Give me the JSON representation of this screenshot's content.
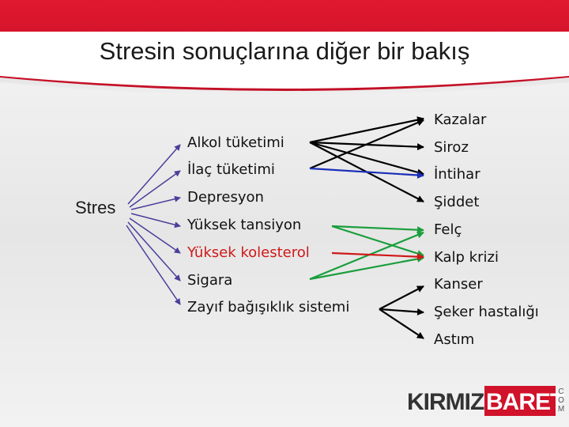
{
  "slide": {
    "title": "Stresin sonuçlarına diğer bir bakış",
    "source_label": "Stres"
  },
  "causes": [
    "Alkol tüketimi",
    "İlaç tüketimi",
    "Depresyon",
    "Yüksek tansiyon",
    "Yüksek kolesterol",
    "Sigara",
    "Zayıf bağışıklık sistemi"
  ],
  "effects": [
    "Kazalar",
    "Siroz",
    "İntihar",
    "Şiddet",
    "Felç",
    "Kalp krizi",
    "Kanser",
    "Şeker hastalığı",
    "Astım"
  ],
  "colors": {
    "header": "#d0142c",
    "source_arrows": "#4a3f9a",
    "black_links": "#000000",
    "blue_link": "#1a2fb8",
    "green_links": "#1a9e3c",
    "red_link": "#d01818",
    "red_text": "#d01818"
  },
  "logo": {
    "word1": "KIRMIZI",
    "word2": "BARET",
    "suffix": "COM"
  }
}
